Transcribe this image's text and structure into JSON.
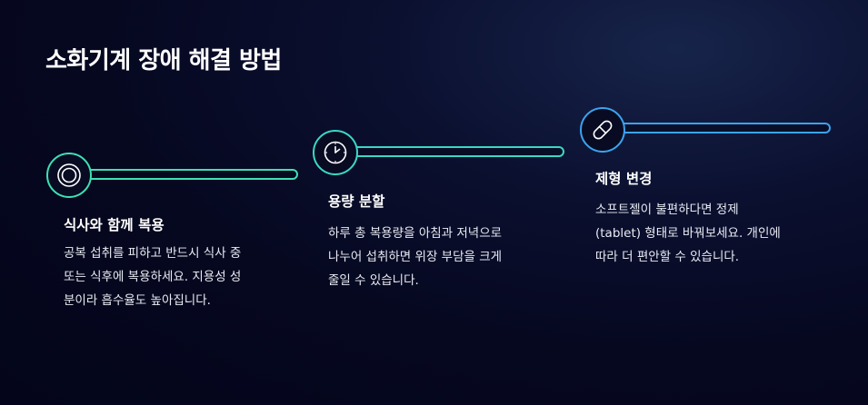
{
  "page": {
    "title": "소화기계 장애 해결 방법"
  },
  "colors": {
    "step1_accent": "#3ee0b4",
    "step2_accent": "#3ad8c4",
    "step3_accent": "#3aa4ee",
    "background": "#04051a"
  },
  "steps": [
    {
      "icon": "target-rings-icon",
      "title": "식사와 함께 복용",
      "desc_lines": [
        "공복 섭취를 피하고 반드시 식사 중",
        "또는 식후에 복용하세요. 지용성 성",
        "분이라 흡수율도 높아집니다."
      ]
    },
    {
      "icon": "clock-icon",
      "title": "용량 분할",
      "desc_lines": [
        "하루 총 복용량을 아침과 저녁으로",
        "나누어 섭취하면 위장 부담을 크게",
        "줄일 수 있습니다."
      ]
    },
    {
      "icon": "pill-capsule-icon",
      "title": "제형 변경",
      "desc_lines": [
        "소프트젤이 불편하다면 정제",
        "(tablet) 형태로 바꿔보세요. 개인에",
        "따라 더 편안할 수 있습니다."
      ]
    }
  ]
}
